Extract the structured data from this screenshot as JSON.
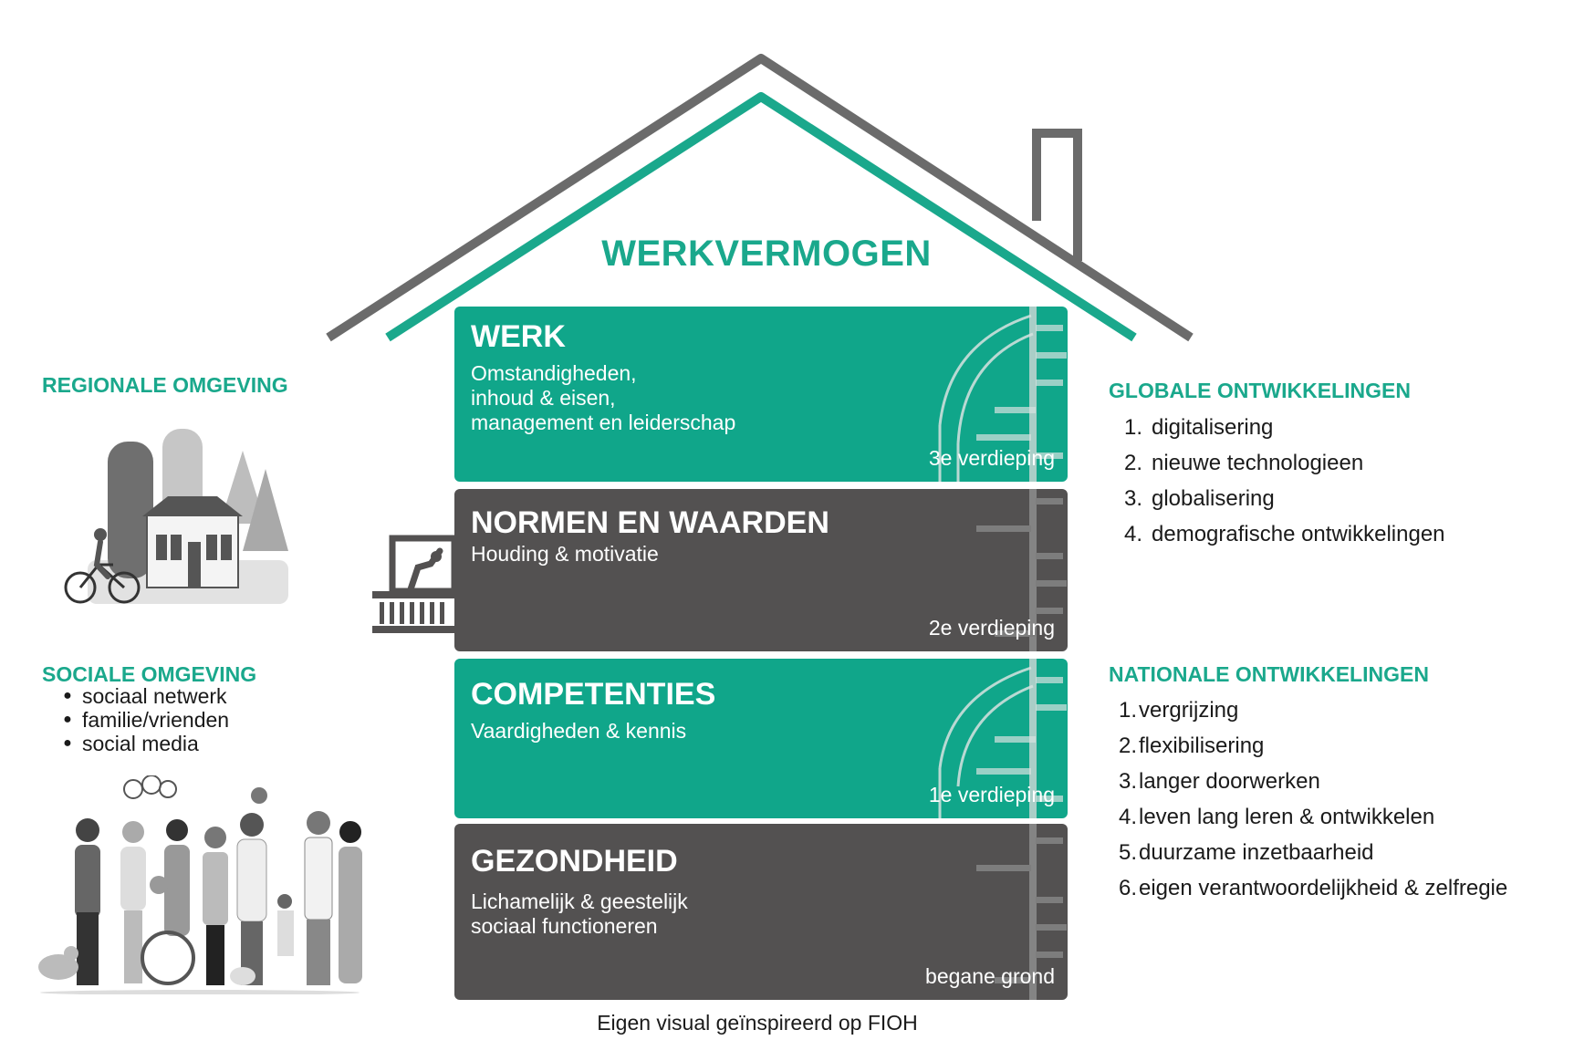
{
  "title": "WERKVERMOGEN",
  "colors": {
    "accent": "#1aa88c",
    "teal_floor": "#10a68a",
    "dark_floor": "#535151",
    "roof": "#6b6b6b"
  },
  "floors": [
    {
      "title": "WERK",
      "subtitle": [
        "Omstandigheden,",
        "inhoud & eisen,",
        "management en leiderschap"
      ],
      "label": "3e  verdieping",
      "color": "teal"
    },
    {
      "title": "NORMEN EN WAARDEN",
      "subtitle": [
        "Houding & motivatie"
      ],
      "label": "2e  verdieping",
      "color": "dark"
    },
    {
      "title": "COMPETENTIES",
      "subtitle": [
        "Vaardigheden & kennis"
      ],
      "label": "1e  verdieping",
      "color": "teal"
    },
    {
      "title": "GEZONDHEID",
      "subtitle": [
        "Lichamelijk & geestelijk",
        "sociaal functioneren"
      ],
      "label": "begane grond",
      "color": "dark"
    }
  ],
  "regional": {
    "heading": "REGIONALE OMGEVING",
    "illustration": "farm-landscape-illustration"
  },
  "social": {
    "heading": "SOCIALE OMGEVING",
    "items": [
      "sociaal netwerk",
      "familie/vrienden",
      "social media"
    ],
    "illustration": "people-group-illustration"
  },
  "global": {
    "heading": "GLOBALE ONTWIKKELINGEN",
    "items": [
      {
        "num": "1.",
        "text": "digitalisering"
      },
      {
        "num": "2.",
        "text": "nieuwe technologieen"
      },
      {
        "num": "3.",
        "text": "globalisering"
      },
      {
        "num": "4.",
        "text": "demografische ontwikkelingen"
      }
    ]
  },
  "national": {
    "heading": "NATIONALE ONTWIKKELINGEN",
    "items": [
      {
        "num": "1.",
        "text": "vergrijzing"
      },
      {
        "num": "2.",
        "text": "flexibilisering"
      },
      {
        "num": "3.",
        "text": "langer doorwerken"
      },
      {
        "num": "4.",
        "text": "leven lang leren & ontwikkelen"
      },
      {
        "num": "5.",
        "text": "duurzame inzetbaarheid"
      },
      {
        "num": "6.",
        "text": "eigen verantwoordelijkheid & zelfregie"
      }
    ]
  },
  "caption": "Eigen visual geïnspireerd op FIOH"
}
